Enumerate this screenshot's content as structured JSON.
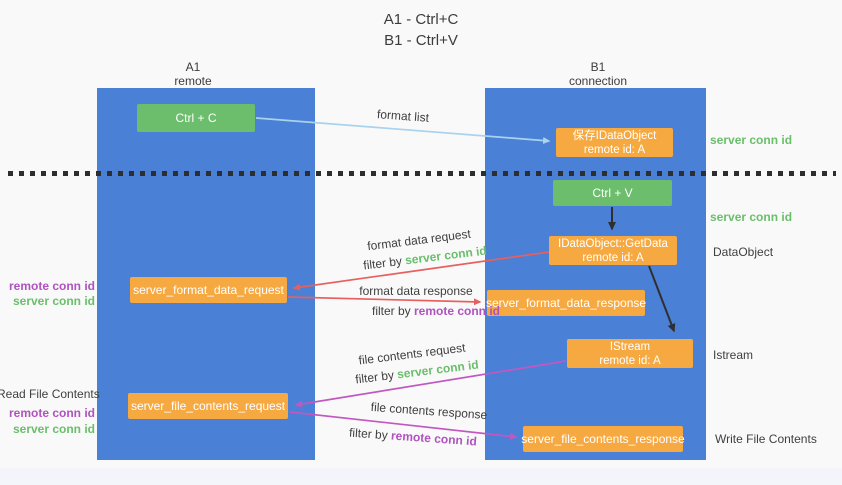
{
  "title": {
    "line1": "A1 - Ctrl+C",
    "line2": "B1 - Ctrl+V"
  },
  "columns": {
    "a": {
      "name": "A1",
      "subtitle": "remote"
    },
    "b": {
      "name": "B1",
      "subtitle": "connection"
    }
  },
  "boxes": {
    "ctrl_c": "Ctrl + C",
    "ctrl_v": "Ctrl + V",
    "save_idataobject": {
      "line1": "保存IDataObject",
      "line2": "remote id: A"
    },
    "getdata": {
      "line1": "IDataObject::GetData",
      "line2": "remote id: A"
    },
    "istream": {
      "line1": "IStream",
      "line2": "remote id: A"
    },
    "format_request": "server_format_data_request",
    "format_response": "server_format_data_response",
    "file_request": "server_file_contents_request",
    "file_response": "server_file_contents_response"
  },
  "flow_labels": {
    "format_list": "format list",
    "format_data_request": "format data request",
    "format_data_response": "format data response",
    "file_contents_request": "file contents request",
    "file_contents_response": "file contents response",
    "filter_by": "filter by ",
    "server_conn_id": "server conn id",
    "remote_conn_id": "remote conn id"
  },
  "side_labels": {
    "right": {
      "server_conn_id_top": "server conn id",
      "server_conn_id_mid": "server conn id",
      "dataobject": "DataObject",
      "istream": "Istream",
      "write_file_contents": "Write File Contents"
    },
    "left": {
      "remote_conn_id_top": "remote conn id",
      "server_conn_id_top": "server conn id",
      "read_file_contents": "Read File Contents",
      "remote_conn_id_bottom": "remote conn id",
      "server_conn_id_bottom": "server conn id"
    }
  },
  "colors": {
    "column_blue": "#4a80d5",
    "box_green": "#6cbe6d",
    "box_orange": "#f7a941",
    "arrow_light_blue": "#a9d2ee",
    "arrow_red": "#e7605e",
    "arrow_magenta": "#c158c1",
    "arrow_black": "#2f2f2f",
    "text_green": "#6abf6b",
    "text_purple": "#b052c0",
    "text_dark": "#3f3f3f"
  }
}
